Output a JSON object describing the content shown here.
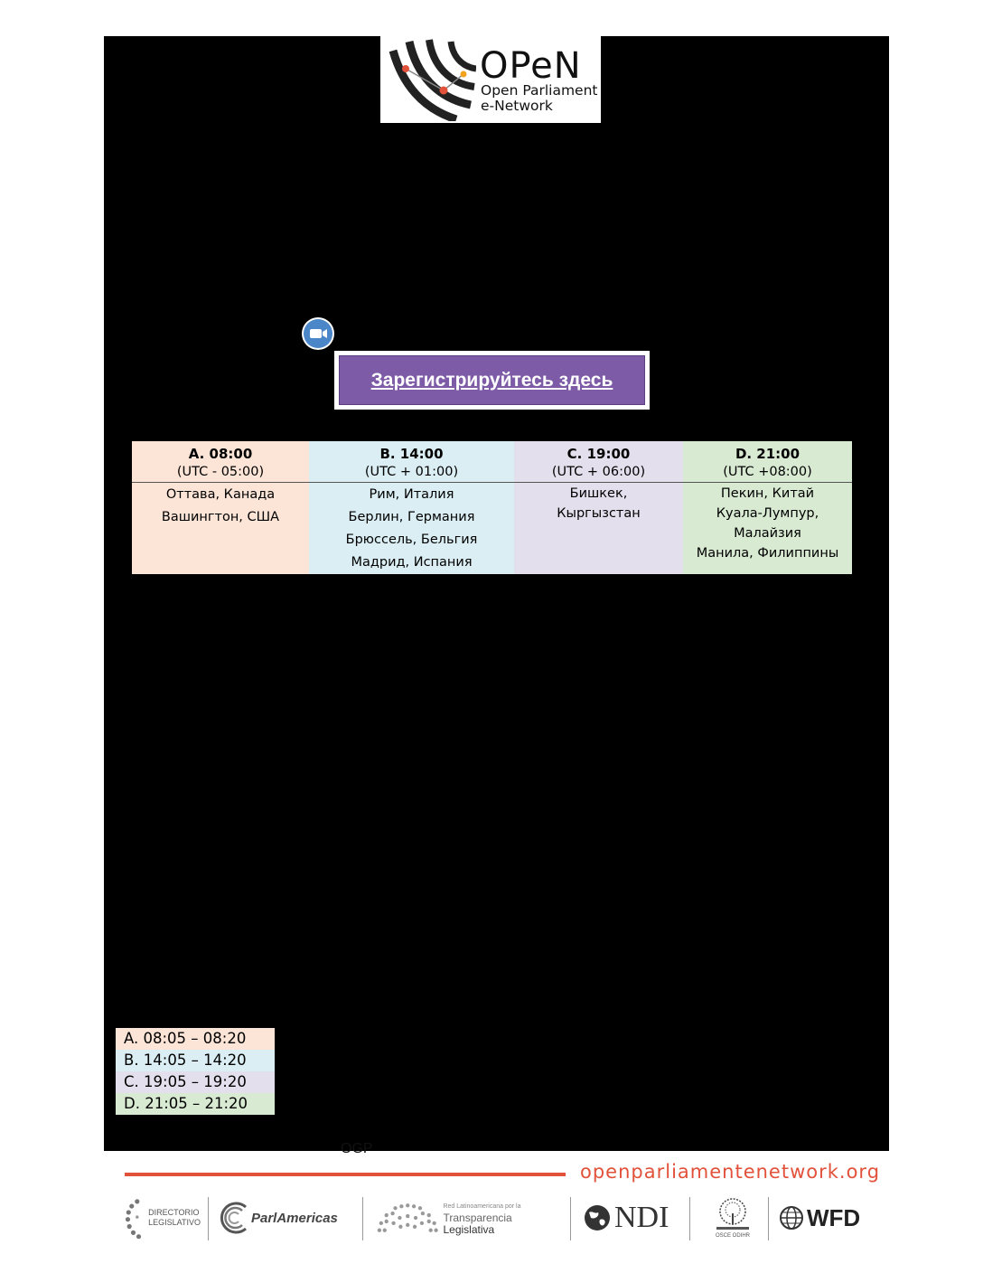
{
  "logo": {
    "wordmark": "OPeN",
    "line1": "Open Parliament",
    "line2": "e-Network",
    "colors": {
      "dot_red": "#e2513a",
      "dot_gold": "#f2a21b",
      "mark": "#222222"
    }
  },
  "zoom_icon": "video-camera-icon",
  "register": {
    "label": "Зарегистрируйтесь здесь",
    "color": "#7d5ba6"
  },
  "timezones": [
    {
      "title": "A. 08:00",
      "utc": "(UTC - 05:00)",
      "cities": [
        "Оттава, Канада",
        "Вашингтон, США"
      ],
      "color": "#fce5d6"
    },
    {
      "title": "B. 14:00",
      "utc": "(UTC + 01:00)",
      "cities": [
        "Рим, Италия",
        "Берлин, Германия",
        "Брюссель, Бельгия",
        "Мадрид, Испания"
      ],
      "color": "#daeef3"
    },
    {
      "title": "C. 19:00",
      "utc": "(UTC + 06:00)",
      "cities": [
        "Бишкек,",
        "Кыргызстан"
      ],
      "color": "#e4dfec"
    },
    {
      "title": "D. 21:00",
      "utc": "(UTC +08:00)",
      "cities": [
        "Пекин, Китай",
        "Куала-Лумпур,",
        "Малайзия",
        "Манила, Филиппины"
      ],
      "color": "#d8ead2"
    }
  ],
  "schedule": [
    {
      "label": "A. 08:05 – 08:20",
      "color": "#fce5d6"
    },
    {
      "label": "B. 14:05 – 14:20",
      "color": "#daeef3"
    },
    {
      "label": "C. 19:05 – 19:20",
      "color": "#e4dfec"
    },
    {
      "label": "D. 21:05 – 21:20",
      "color": "#d8ead2"
    }
  ],
  "footer": {
    "ogp": "OGP",
    "url": "openparliamentenetwork.org",
    "accent": "#e2513a",
    "partners": [
      {
        "line1": "DIRECTORIO",
        "line2": "LEGISLATIVO"
      },
      {
        "name": "ParlAmericas"
      },
      {
        "line1": "Red Latinoamericana por la",
        "line2a": "Transparencia ",
        "line2b": "Legislativa"
      },
      {
        "name": "NDI"
      },
      {
        "name": "OSCE ODIHR"
      },
      {
        "name": "WFD"
      }
    ]
  }
}
